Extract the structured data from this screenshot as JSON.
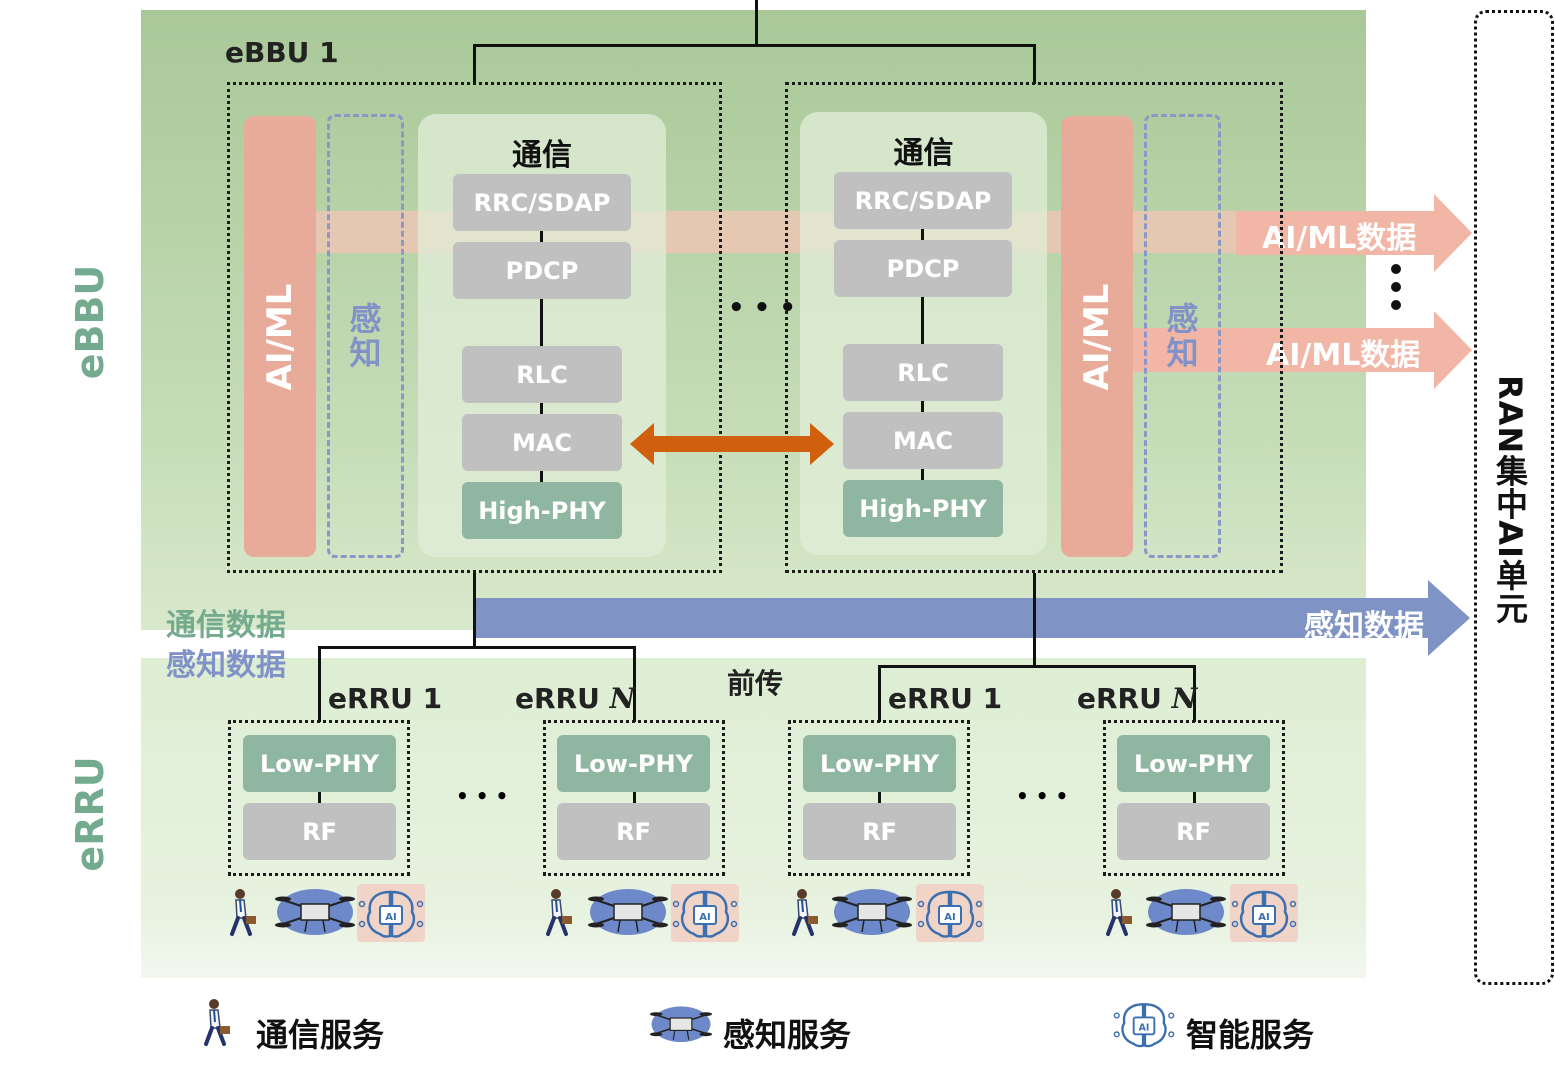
{
  "regions": {
    "ebbu_side_label": "eBBU",
    "erru_side_label": "eRRU"
  },
  "ebbu_group": {
    "title": "eBBU 1"
  },
  "ebbu_units": [
    {
      "aiml_label": "AI/ML",
      "sense_label": "感知",
      "comm_title": "通信",
      "layers": [
        "RRC/SDAP",
        "PDCP",
        "RLC",
        "MAC",
        "High-PHY"
      ]
    },
    {
      "aiml_label": "AI/ML",
      "sense_label": "感知",
      "comm_title": "通信",
      "layers": [
        "RRC/SDAP",
        "PDCP",
        "RLC",
        "MAC",
        "High-PHY"
      ]
    }
  ],
  "ellipsis": "• • •",
  "streams": {
    "aiml_data_1": "AI/ML数据",
    "aiml_data_2": "AI/ML数据",
    "sense_data": "感知数据"
  },
  "data_legend": {
    "comm": "通信数据",
    "sense": "感知数据"
  },
  "fronthaul_label": "前传",
  "rru_groups": [
    {
      "first_label": "eRRU 1",
      "last_label": "eRRU",
      "last_italic": "N",
      "ellipsis": "• • •",
      "blocks": [
        "Low-PHY",
        "RF"
      ]
    },
    {
      "first_label": "eRRU 1",
      "last_label": "eRRU",
      "last_italic": "N",
      "ellipsis": "• • •",
      "blocks": [
        "Low-PHY",
        "RF"
      ]
    }
  ],
  "central_unit": {
    "label": "RAN集中AI单元"
  },
  "legend": [
    {
      "icon": "walking-person-icon",
      "label": "通信服务"
    },
    {
      "icon": "drone-icon",
      "label": "感知服务"
    },
    {
      "icon": "ai-brain-icon",
      "label": "智能服务"
    }
  ],
  "colors": {
    "aiml": "#e8ab9a",
    "sense": "#8192c8",
    "comm_green": "#74aa8e",
    "block_gray": "#c0c0c0",
    "block_green": "#8fb6a1",
    "mac_arrow": "#d0600e",
    "sense_stream": "#7f93c5"
  }
}
